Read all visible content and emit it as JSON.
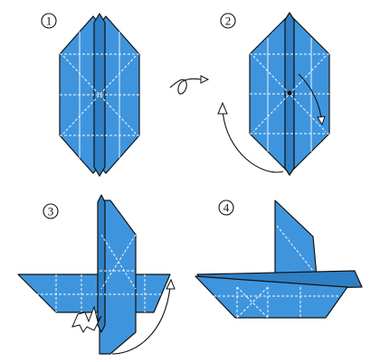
{
  "steps": [
    {
      "number": "1"
    },
    {
      "number": "2"
    },
    {
      "number": "3"
    },
    {
      "number": "4"
    }
  ],
  "colors": {
    "paper": "#3f95dd",
    "paper_shade": "#2f7fc4",
    "outline": "#111111",
    "crease": "#ffffff",
    "background": "#ffffff"
  },
  "icons": {
    "turn_over": "turn-over-loop-arrow-icon",
    "fold_direction": "curved-fold-arrow-icon",
    "push_in": "push-in-arrow-icon"
  }
}
